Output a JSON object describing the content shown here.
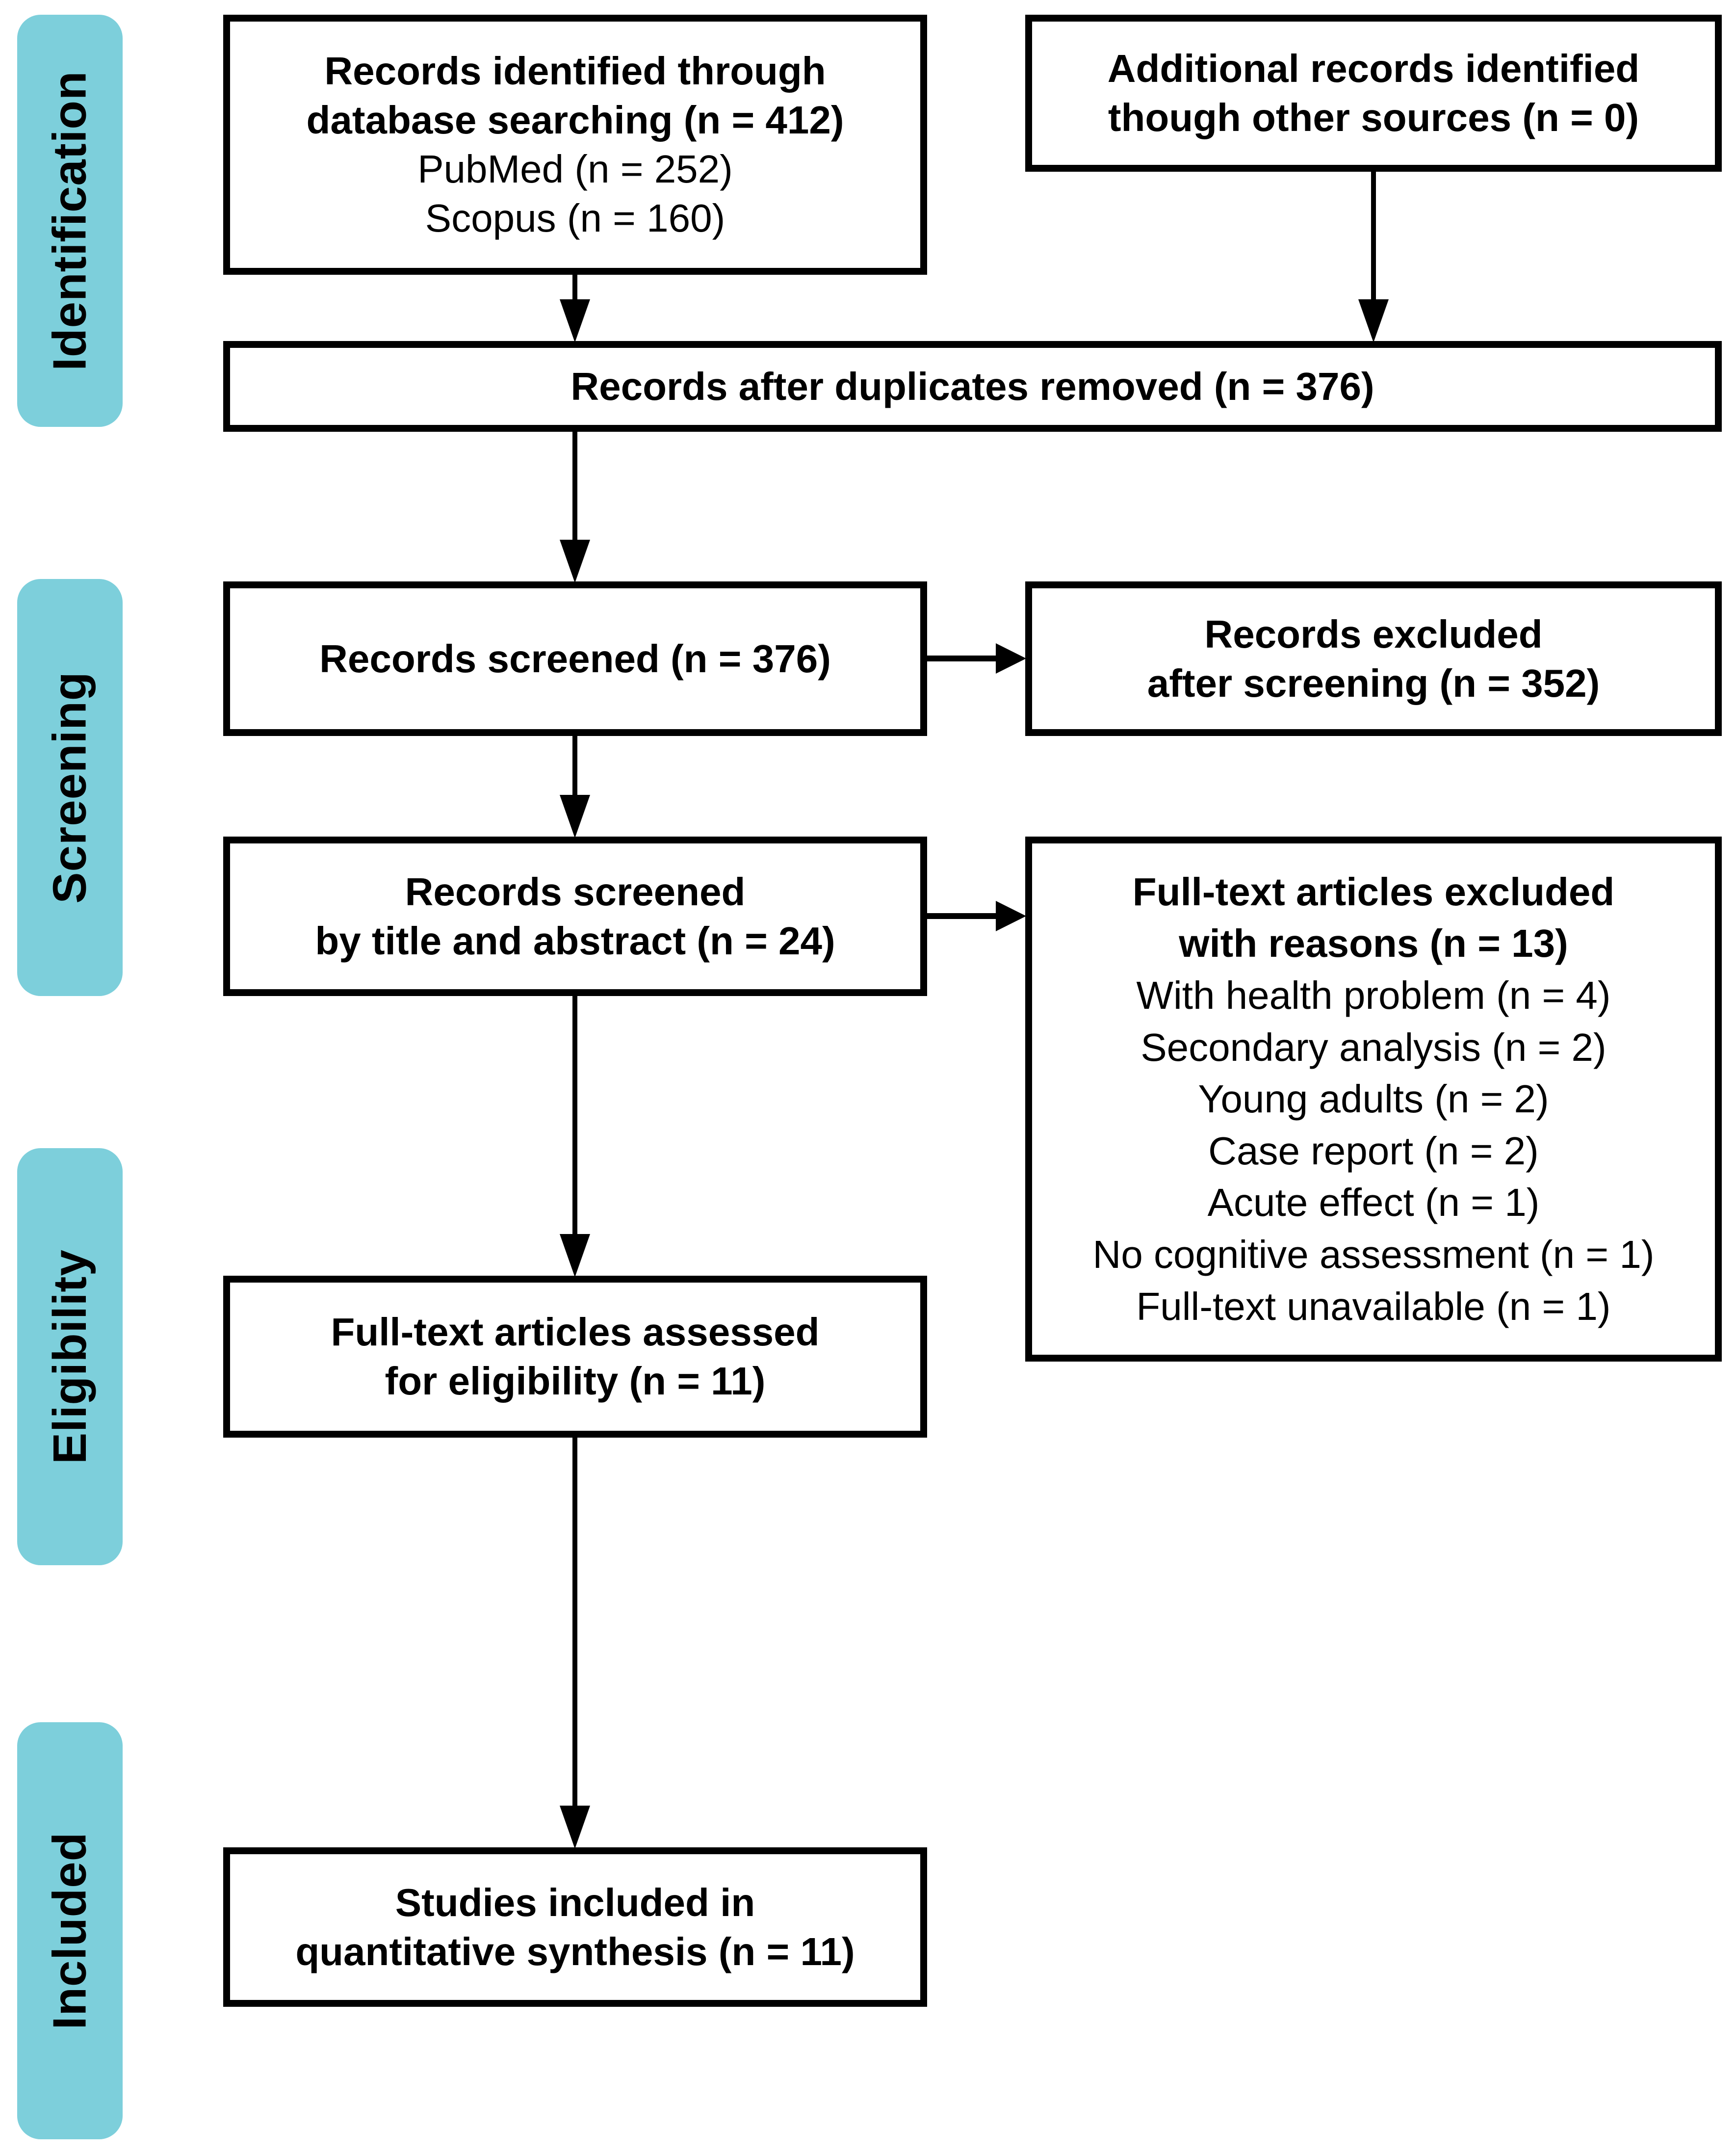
{
  "diagram": {
    "title": "PRISMA study selection flow diagram",
    "colors": {
      "stage_fill": "#7DCFDB",
      "stage_text": "#000000",
      "box_border": "#000000",
      "box_bg": "#FFFFFF",
      "arrow": "#000000",
      "background": "#FFFFFF"
    }
  },
  "stages": {
    "identification": "Identification",
    "screening": "Screening",
    "eligibility": "Eligibility",
    "included": "Included"
  },
  "boxes": {
    "db_search": {
      "line1": "Records identified through",
      "line2": "database searching (n = 412)",
      "line3": "PubMed (n = 252)",
      "line4": "Scopus (n = 160)"
    },
    "other_sources": {
      "line1": "Additional records identified",
      "line2": "though other sources (n = 0)"
    },
    "after_duplicates": {
      "line1": "Records after duplicates removed (n = 376)"
    },
    "screened": {
      "line1": "Records screened (n = 376)"
    },
    "excluded_after_screening": {
      "line1": "Records excluded",
      "line2": "after screening (n = 352)"
    },
    "screened_title_abstract": {
      "line1": "Records screened",
      "line2": "by title and abstract (n = 24)"
    },
    "fulltext_excluded": {
      "line1": "Full-text articles excluded",
      "line2": "with reasons (n = 13)",
      "reason1": "With health problem (n = 4)",
      "reason2": "Secondary analysis (n = 2)",
      "reason3": "Young adults (n = 2)",
      "reason4": "Case report (n = 2)",
      "reason5": "Acute effect (n = 1)",
      "reason6": "No cognitive assessment (n = 1)",
      "reason7": "Full-text unavailable (n = 1)"
    },
    "fulltext_assessed": {
      "line1": "Full-text articles assessed",
      "line2": "for eligibility (n = 11)"
    },
    "included_synthesis": {
      "line1": "Studies included in",
      "line2": "quantitative synthesis (n = 11)"
    }
  }
}
